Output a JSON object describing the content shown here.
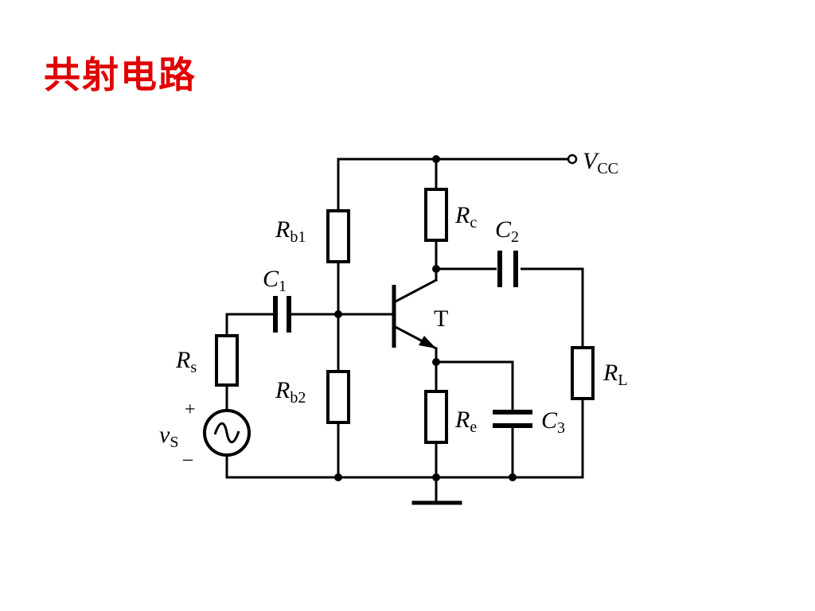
{
  "slide": {
    "title": "共射电路",
    "title_color": "#e00000"
  },
  "circuit": {
    "supply": {
      "symbol": "V",
      "subscript": "CC"
    },
    "transistor": {
      "label": "T"
    },
    "components": [
      {
        "id": "Rb1",
        "symbol": "R",
        "subscript": "b1"
      },
      {
        "id": "Rb2",
        "symbol": "R",
        "subscript": "b2"
      },
      {
        "id": "Rc",
        "symbol": "R",
        "subscript": "c"
      },
      {
        "id": "Re",
        "symbol": "R",
        "subscript": "e"
      },
      {
        "id": "Rs",
        "symbol": "R",
        "subscript": "s"
      },
      {
        "id": "RL",
        "symbol": "R",
        "subscript": "L"
      },
      {
        "id": "C1",
        "symbol": "C",
        "subscript": "1"
      },
      {
        "id": "C2",
        "symbol": "C",
        "subscript": "2"
      },
      {
        "id": "C3",
        "symbol": "C",
        "subscript": "3"
      }
    ],
    "source": {
      "symbol": "v",
      "subscript": "S",
      "plus": "+",
      "minus": "–"
    }
  }
}
